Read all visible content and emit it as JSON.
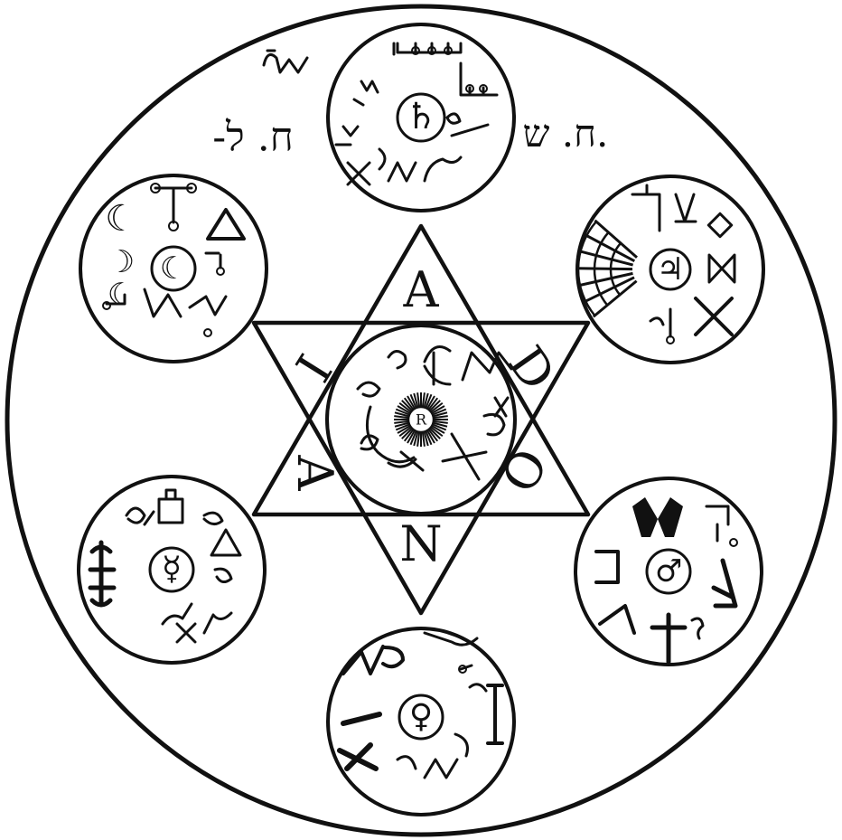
{
  "colors": {
    "ink": "#111111",
    "paper": "#ffffff"
  },
  "hexagram_letters": [
    "A",
    "D",
    "O",
    "N",
    "A",
    "I"
  ],
  "corner_inscriptions": {
    "upper_left_name": "-ח. ל",
    "upper_right_name": "ח. ש."
  },
  "medallions": [
    {
      "id": "saturn",
      "planet_symbol": "♄"
    },
    {
      "id": "jupiter",
      "planet_symbol": "♃"
    },
    {
      "id": "mars",
      "planet_symbol": "♂"
    },
    {
      "id": "venus",
      "planet_symbol": "♀"
    },
    {
      "id": "mercury",
      "planet_symbol": "☿"
    },
    {
      "id": "moon",
      "planet_symbol": "☾"
    },
    {
      "id": "sun",
      "planet_symbol": "R"
    }
  ]
}
